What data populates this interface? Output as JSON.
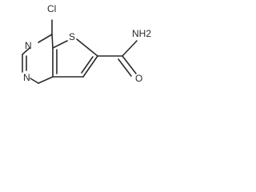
{
  "molecule": {
    "atoms": {
      "cl": "Cl",
      "n_upper": "N",
      "n_lower": "N",
      "s": "S",
      "nh2": "NH2",
      "o": "O"
    }
  }
}
